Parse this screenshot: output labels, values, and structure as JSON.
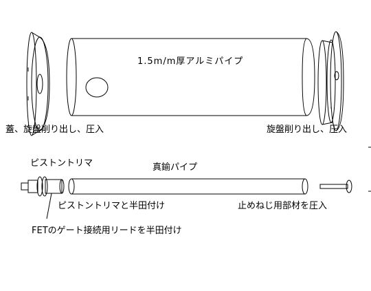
{
  "labels": {
    "pipe_title": "1.5m/m厚アルミパイプ",
    "cap_left": "蓋、旋盤削り出し、圧入",
    "cap_right": "旋盤削り出し、圧入",
    "trimmer": "ピストントリマ",
    "brass_pipe": "真鍮パイプ",
    "trimmer_solder": "ピストントリマと半田付け",
    "stopper": "止めねじ用部材を圧入",
    "fet": "FETのゲート接続用リードを半田付け"
  },
  "colors": {
    "line": "#000000",
    "background": "#ffffff"
  }
}
